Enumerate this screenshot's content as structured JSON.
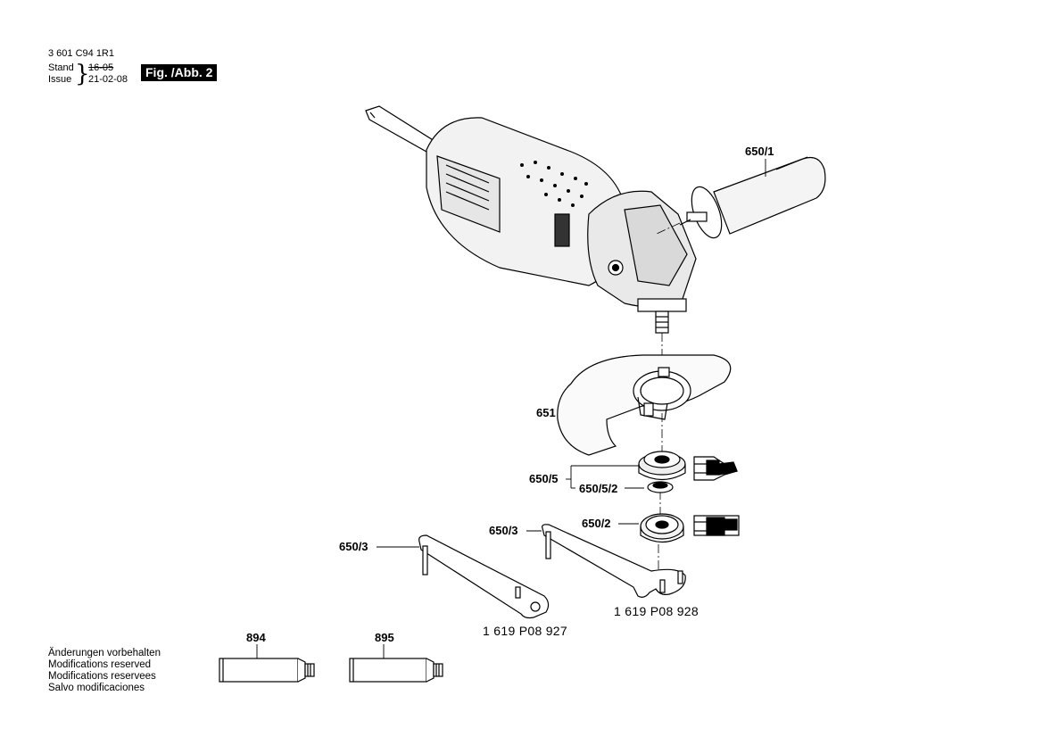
{
  "header": {
    "doc_number": "3 601 C94 1R1",
    "stand_label": "Stand",
    "stand_date": "16-05",
    "issue_label": "Issue",
    "issue_date": "21-02-08",
    "figure_tag": "Fig. /Abb. 2"
  },
  "callouts": {
    "side_handle": "650/1",
    "guard": "651",
    "flange_group": "650/5",
    "flange_ring": "650/5/2",
    "clamping_nut": "650/2",
    "spanner_left": "650/3",
    "spanner_right": "650/3",
    "tube_a": "894",
    "tube_b": "895"
  },
  "part_numbers": {
    "spanner_left": "1 619 P08 927",
    "spanner_right": "1 619 P08 928"
  },
  "footer_notes": [
    "Änderungen vorbehalten",
    "Modifications reserved",
    "Modifications reservees",
    "Salvo modificaciones"
  ]
}
